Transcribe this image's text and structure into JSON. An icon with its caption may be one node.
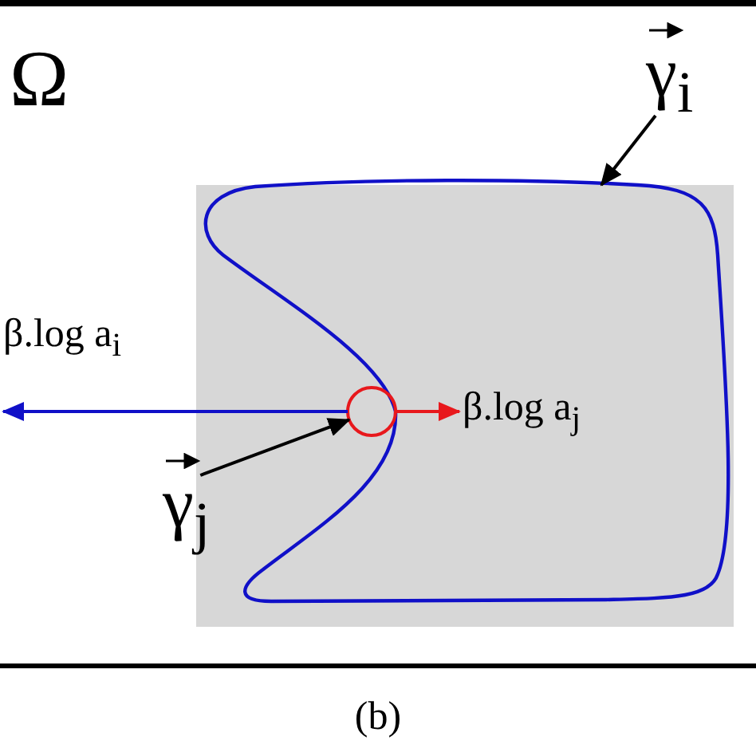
{
  "diagram": {
    "caption": "(b)",
    "nodes": [
      {
        "text": [
          "Ω"
        ]
      },
      {
        "text": [],
        "shape": "box",
        "in": 0
      },
      {
        "text": [],
        "shape": "curve",
        "in": 1
      },
      {
        "text": [],
        "shape": "circle",
        "in": 1
      },
      {
        "text": [
          "γ$_{i}$"
        ],
        "in": 0
      },
      {
        "text": [
          "γ$_{j}$"
        ],
        "in": 0
      },
      {
        "text": [
          "β.log a$_{j}$"
        ],
        "in": 2
      }
    ],
    "edges": [
      {
        "from": 4,
        "to": 2,
        "arrow": "to"
      },
      {
        "from": 5,
        "to": 3,
        "arrow": "to"
      },
      {
        "from": 3,
        "to": null,
        "arrow": "to",
        "label": "β.log a$_{i}$",
        "color": "#1010c8"
      },
      {
        "from": 3,
        "to": 6,
        "arrow": "to",
        "color": "#e8181c"
      }
    ]
  }
}
